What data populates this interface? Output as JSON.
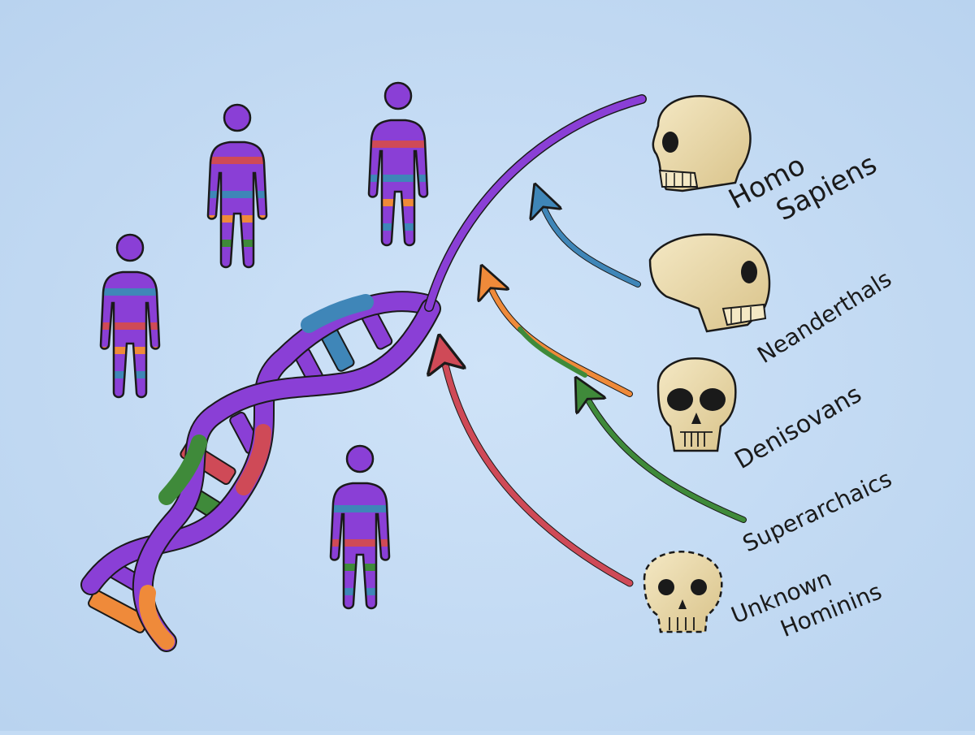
{
  "colors": {
    "background": "#c3dbf4",
    "purple": "#8a3fd6",
    "blue": "#3f86b8",
    "red": "#cf4a57",
    "green": "#3f8a3a",
    "orange": "#ef8a3a",
    "bone": "#ecdcaa",
    "ink": "#1a1a1a"
  },
  "sources": [
    {
      "label_lines": [
        "Homo",
        "Sapiens"
      ],
      "color": "purple",
      "skull": "modern-skull-icon"
    },
    {
      "label_lines": [
        "Neanderthals"
      ],
      "color": "blue",
      "skull": "neanderthal-skull-icon"
    },
    {
      "label_lines": [
        "Denisovans"
      ],
      "color": "orange",
      "skull": "denisovan-skull-icon"
    },
    {
      "label_lines": [
        "Superarchaics"
      ],
      "color": "green",
      "skull": null
    },
    {
      "label_lines": [
        "Unknown",
        "Hominins"
      ],
      "color": "red",
      "skull": "unknown-skull-icon"
    }
  ],
  "people": [
    {
      "id": "person-1",
      "stripes": [
        "red",
        "blue",
        "orange",
        "green"
      ]
    },
    {
      "id": "person-2",
      "stripes": [
        "red",
        "blue",
        "orange",
        "blue"
      ]
    },
    {
      "id": "person-3",
      "stripes": [
        "blue",
        "red",
        "orange",
        "blue"
      ]
    },
    {
      "id": "person-4",
      "stripes": [
        "blue",
        "red",
        "green",
        "blue"
      ]
    }
  ]
}
